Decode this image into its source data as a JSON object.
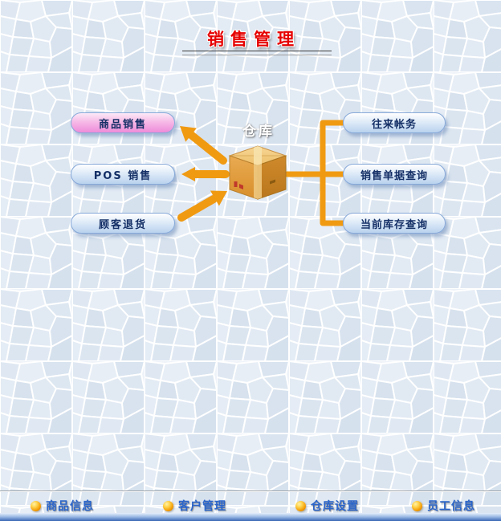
{
  "title": {
    "text": "销售管理"
  },
  "diagram": {
    "center_label": "仓库",
    "left_buttons": [
      {
        "label": "商品销售"
      },
      {
        "label": "POS 销售"
      },
      {
        "label": "顾客退货"
      }
    ],
    "right_buttons": [
      {
        "label": "往来帐务"
      },
      {
        "label": "销售单据查询"
      },
      {
        "label": "当前库存查询"
      }
    ]
  },
  "footer": {
    "items": [
      {
        "label": "商品信息"
      },
      {
        "label": "客户管理"
      },
      {
        "label": "仓库设置"
      },
      {
        "label": "员工信息"
      }
    ]
  },
  "colors": {
    "title_red": "#e60000",
    "button_text_navy": "#142f66",
    "pink_button": "#ee8bd9",
    "blue_button": "#b9d2ee",
    "arrow_orange": "#f09a12",
    "nav_text_blue": "#2a65cb",
    "ball_orange": "#f39c06"
  }
}
